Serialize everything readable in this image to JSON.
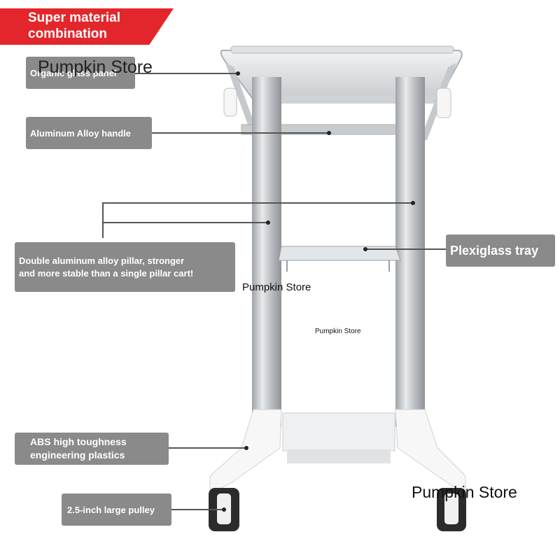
{
  "banner": {
    "line1": "Super material",
    "line2": "combination"
  },
  "labels": {
    "top_panel": "Organic glass panel",
    "handle": "Aluminum Alloy handle",
    "pillar_line1": "Double aluminum alloy pillar, stronger",
    "pillar_line2": "and more stable than a single pillar cart!",
    "tray": "Plexiglass tray",
    "base_line1": "ABS high toughness",
    "base_line2": "engineering plastics",
    "wheel": "2.5-inch large pulley"
  },
  "watermarks": [
    "Pumpkin Store",
    "Pumpkin Store",
    "Pumpkin Store",
    "Pumpkin Store"
  ],
  "colors": {
    "banner": "#e3262b",
    "tag": "#8a8a8a",
    "pillar": "#bfc3c7",
    "base": "#f4f4f4",
    "wheel": "#2b2b2b"
  }
}
